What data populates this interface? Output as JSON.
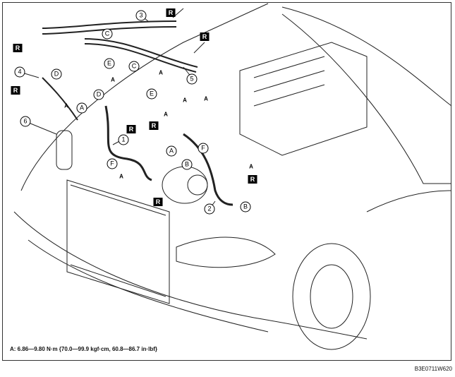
{
  "caption": "A: 6.86—9.80 N·m {70.0—99.9 kgf·cm, 60.8—86.7 in·lbf}",
  "figure_code": "B3E0711W620",
  "part_numbers": [
    "1",
    "2",
    "3",
    "4",
    "5",
    "6"
  ],
  "reference_letters": [
    "A",
    "B",
    "C",
    "D",
    "E",
    "F"
  ],
  "replace_marker": "R",
  "torque_marker": "A"
}
